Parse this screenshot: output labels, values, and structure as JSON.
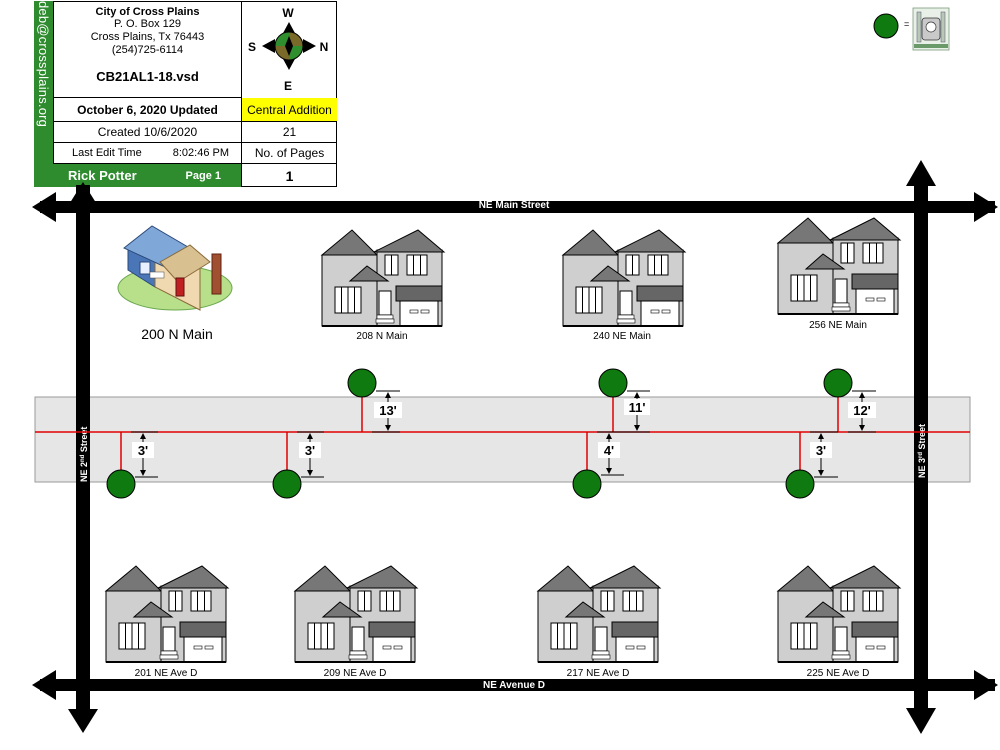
{
  "title_block": {
    "email": "deb@crossplains.org",
    "city": "City of Cross Plains",
    "po_box": "P. O. Box 129",
    "city_state_zip": "Cross Plains, Tx  76443",
    "phone": "(254)725-6114",
    "filename": "CB21AL1-18.vsd",
    "updated": "October 6, 2020 Updated",
    "addition": "Central Addition",
    "created": "Created 10/6/2020",
    "addition_number": "21",
    "last_edit_label": "Last Edit Time",
    "last_edit_time": "8:02:46 PM",
    "pages_label": "No. of Pages",
    "author": "Rick Potter",
    "page_label": "Page 1",
    "pages_count": "1"
  },
  "compass": {
    "north": "N",
    "south": "S",
    "east": "E",
    "west": "W"
  },
  "legend": {
    "equals": "=",
    "meter_icon": "gas-meter-icon",
    "marker_color": "#0f7a0f"
  },
  "streets": {
    "top": "NE Main Street",
    "bottom": "NE Avenue D",
    "left_prefix": "NE 2",
    "left_suffix": "nd",
    "left_street": " Street",
    "right_prefix": "NE 3",
    "right_suffix": "rd",
    "right_street": " Street"
  },
  "houses_north": [
    {
      "address": "200 N Main",
      "style": "icon"
    },
    {
      "address": "208 N Main",
      "style": "house"
    },
    {
      "address": "240 NE Main",
      "style": "house"
    },
    {
      "address": "256 NE Main",
      "style": "house"
    }
  ],
  "houses_south": [
    {
      "address": "201 NE Ave D"
    },
    {
      "address": "209 NE Ave D"
    },
    {
      "address": "217 NE Ave D"
    },
    {
      "address": "225 NE Ave D"
    }
  ],
  "meters_north": [
    {
      "offset": "13'"
    },
    {
      "offset": "11'"
    },
    {
      "offset": "12'"
    }
  ],
  "meters_south": [
    {
      "offset": "3'"
    },
    {
      "offset": "3'"
    },
    {
      "offset": "4'"
    },
    {
      "offset": "3'"
    }
  ],
  "colors": {
    "road": "#000000",
    "alley": "#e6e6e6",
    "gas_line": "#e00000",
    "meter": "#0f7a0f",
    "sidebar": "#2e8b2e",
    "highlight": "#ffff00"
  }
}
